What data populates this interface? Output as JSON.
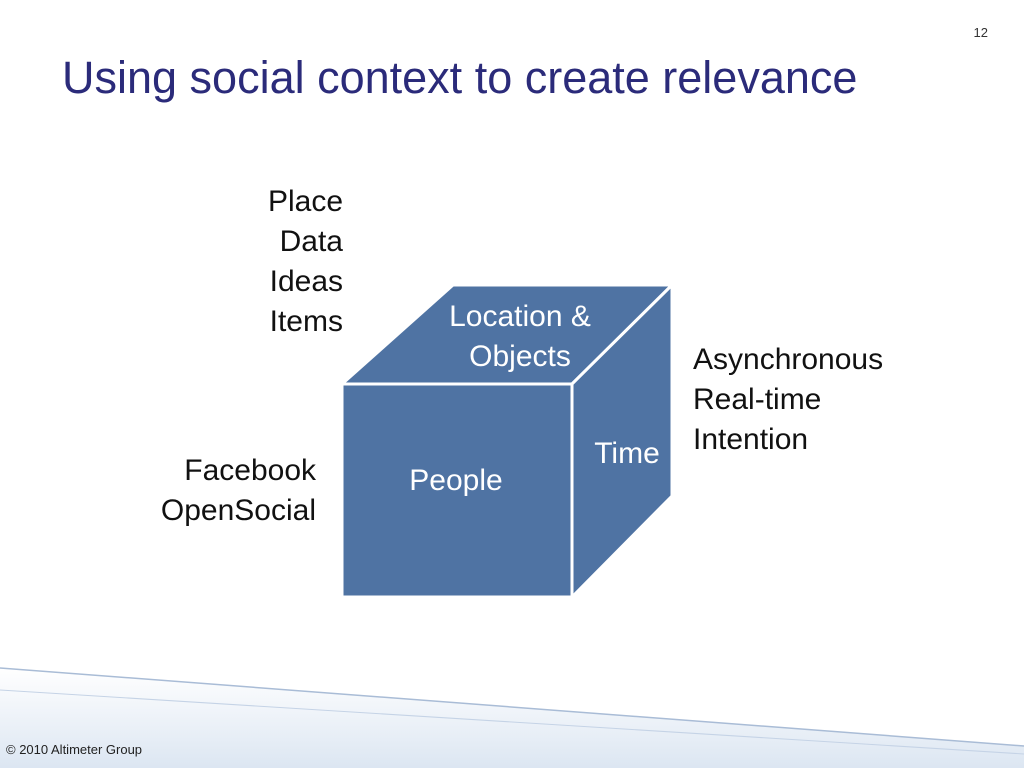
{
  "slide": {
    "number": "12",
    "title": "Using social context to create relevance",
    "copyright": "© 2010 Altimeter Group"
  },
  "diagram": {
    "faces": {
      "top_lines": [
        "Location &",
        "Objects"
      ],
      "front": "People",
      "side": "Time"
    },
    "labels": {
      "top": [
        "Place",
        "Data",
        "Ideas",
        "Items"
      ],
      "left": [
        "Facebook",
        "OpenSocial"
      ],
      "right": [
        "Asynchronous",
        "Real-time",
        "Intention"
      ]
    },
    "colors": {
      "cube_fill": "#4f73a3",
      "cube_border": "#ffffff",
      "title": "#2b2b7a",
      "footer_band": "#dce6f2"
    }
  }
}
